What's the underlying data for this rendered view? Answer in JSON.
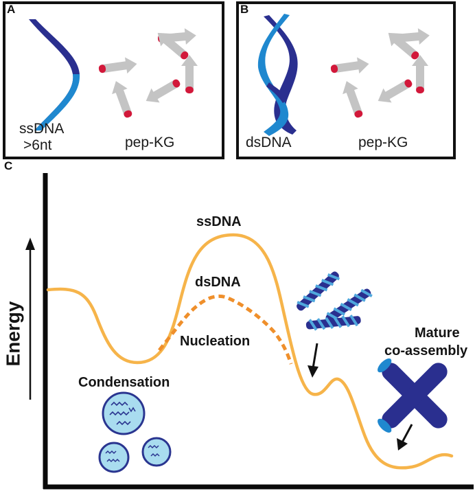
{
  "panels": {
    "a": {
      "letter": "A",
      "dna_label_line1": "ssDNA",
      "dna_label_line2": ">6nt",
      "peptide_label": "pep-KG"
    },
    "b": {
      "letter": "B",
      "dna_label": "dsDNA",
      "peptide_label": "pep-KG"
    },
    "c": {
      "letter": "C"
    }
  },
  "energy_diagram": {
    "y_axis_label": "Energy",
    "curve_labels": {
      "ssdna": "ssDNA",
      "dsdna": "dsDNA",
      "nucleation": "Nucleation",
      "condensation": "Condensation",
      "mature_line1": "Mature",
      "mature_line2": "co-assembly"
    }
  },
  "colors": {
    "dna_dark": "#2a2f8f",
    "dna_light": "#1f88cf",
    "peptide_body": "#c4c4c4",
    "peptide_cap": "#d2183a",
    "curve": "#f6b44a",
    "dashed_curve": "#ef8f2b",
    "condensate_fill": "#a9dcef",
    "condensate_stroke": "#2a3590",
    "fiber": "#2a2f8f"
  }
}
